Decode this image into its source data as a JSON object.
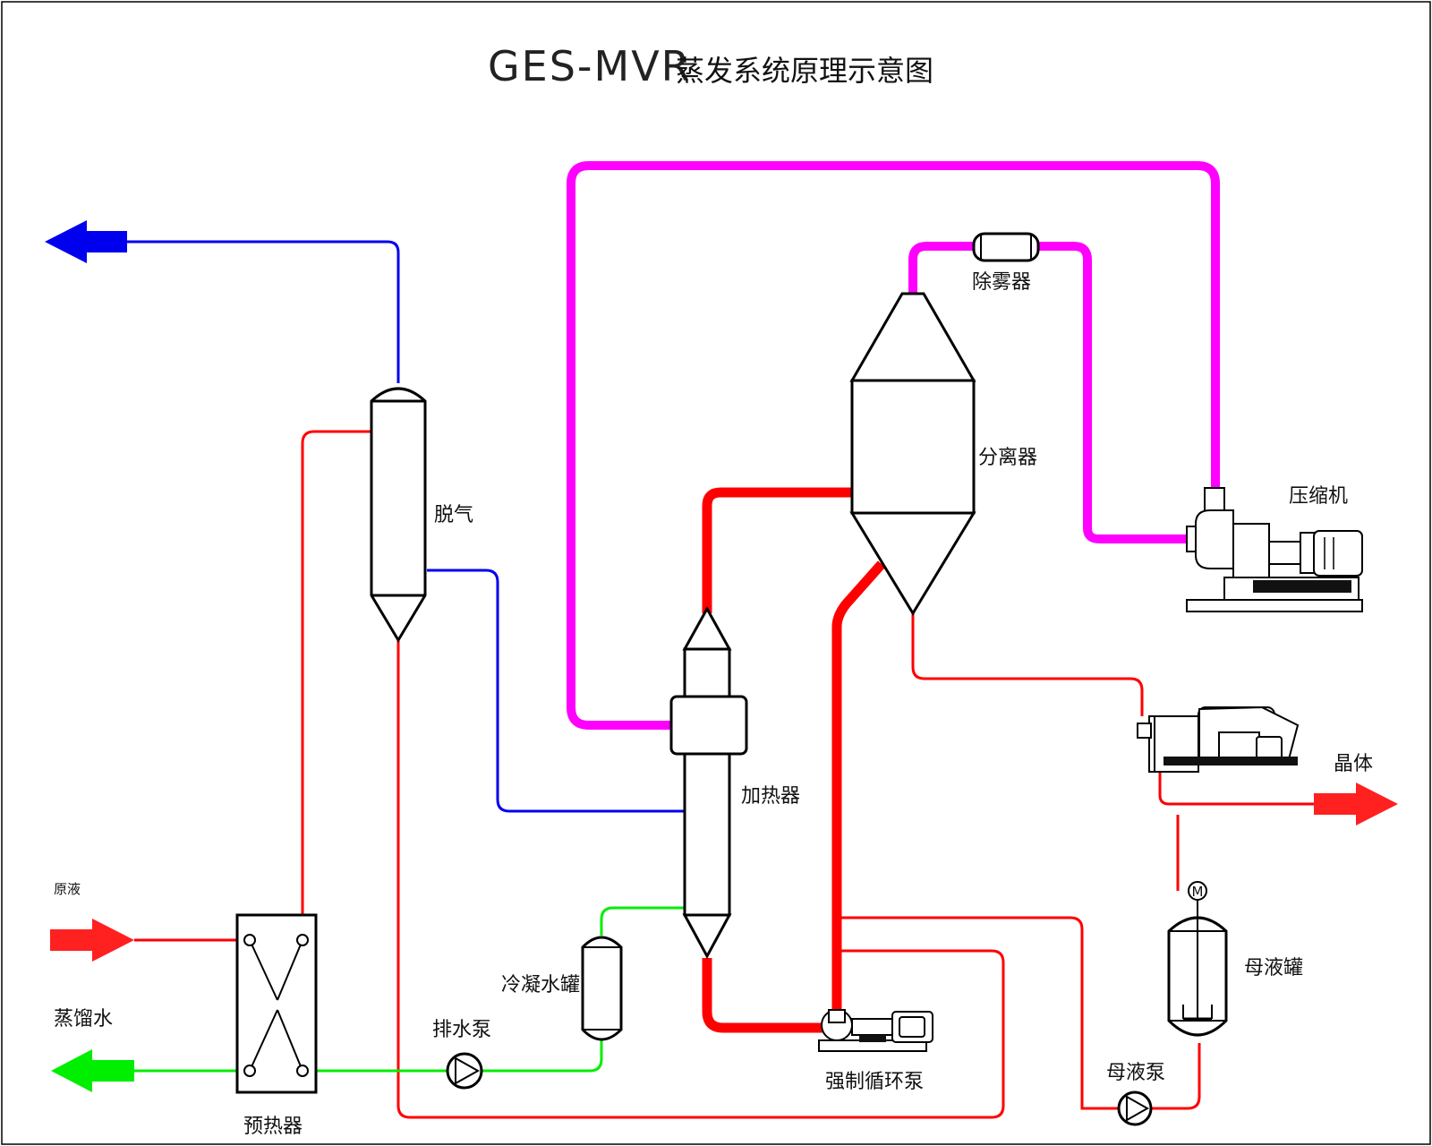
{
  "title": {
    "main": "GES-MVR",
    "sub": "蒸发系统原理示意图"
  },
  "labels": {
    "raw_liquid": "原液",
    "distilled_water": "蒸馏水",
    "preheater": "预热器",
    "degasser": "脱气",
    "drain_pump": "排水泵",
    "condensate_tank": "冷凝水罐",
    "heater": "加热器",
    "forced_circulation_pump": "强制循环泵",
    "separator": "分离器",
    "demister": "除雾器",
    "compressor": "压缩机",
    "crystal": "晶体",
    "mother_liquor_tank": "母液罐",
    "mother_liquor_pump": "母液泵",
    "motor_symbol": "M"
  },
  "colors": {
    "steam": "#ff00ff",
    "liquid": "#ff0000",
    "condensate": "#00ee00",
    "gas": "#0000ee",
    "outline": "#000000"
  },
  "icons": {
    "pump": "circle-triangle-pump-icon",
    "motor": "motor-m-icon"
  }
}
